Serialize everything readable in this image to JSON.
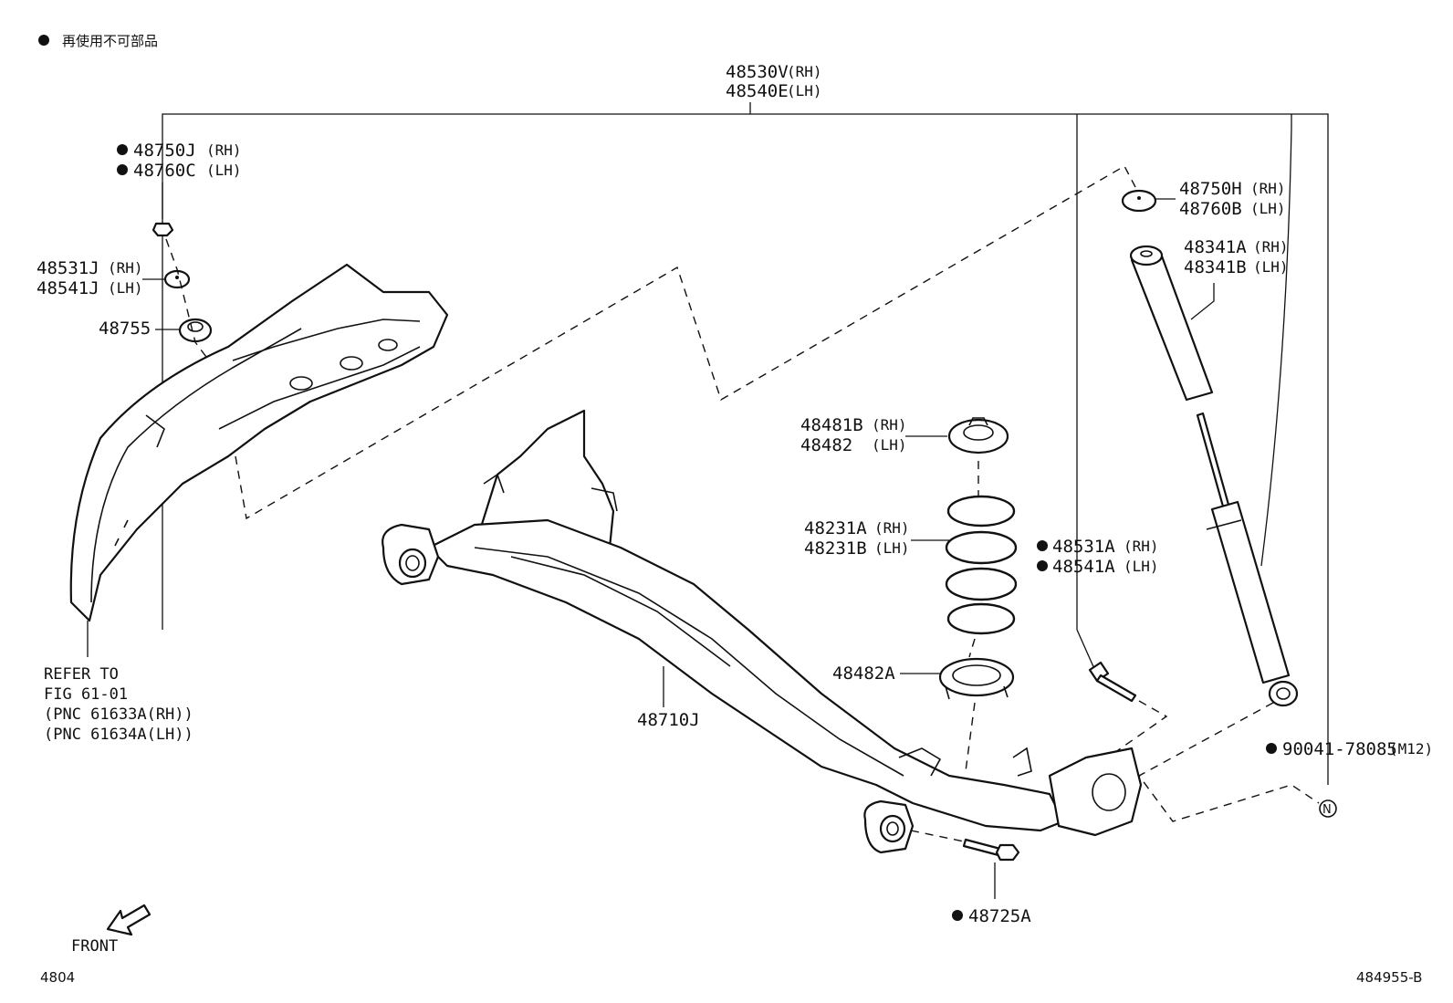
{
  "legend": {
    "marker": "●",
    "text": "再使用不可部品"
  },
  "parts": {
    "p48530V": "48530V",
    "p48540E": "48540E",
    "p48750J": "48750J",
    "p48760C": "48760C",
    "p48531J": "48531J",
    "p48541J": "48541J",
    "p48755": "48755",
    "p48750H": "48750H",
    "p48760B": "48760B",
    "p48341A": "48341A",
    "p48341B": "48341B",
    "p48481B": "48481B",
    "p48482": "48482",
    "p48231A": "48231A",
    "p48231B": "48231B",
    "p48531A": "48531A",
    "p48541A": "48541A",
    "p48482A": "48482A",
    "p48710J": "48710J",
    "p90041": "90041-78085",
    "p90041_size": "(M12)",
    "p48725A": "48725A"
  },
  "sides": {
    "rh": "(RH)",
    "lh": "(LH)"
  },
  "reference": {
    "line1": "REFER TO",
    "line2": "FIG 61-01",
    "line3": "(PNC 61633A(RH))",
    "line4": "(PNC 61634A(LH))"
  },
  "callout_n": "N",
  "front_label": "FRONT",
  "footer": {
    "left": "4804",
    "right": "484955-B"
  }
}
